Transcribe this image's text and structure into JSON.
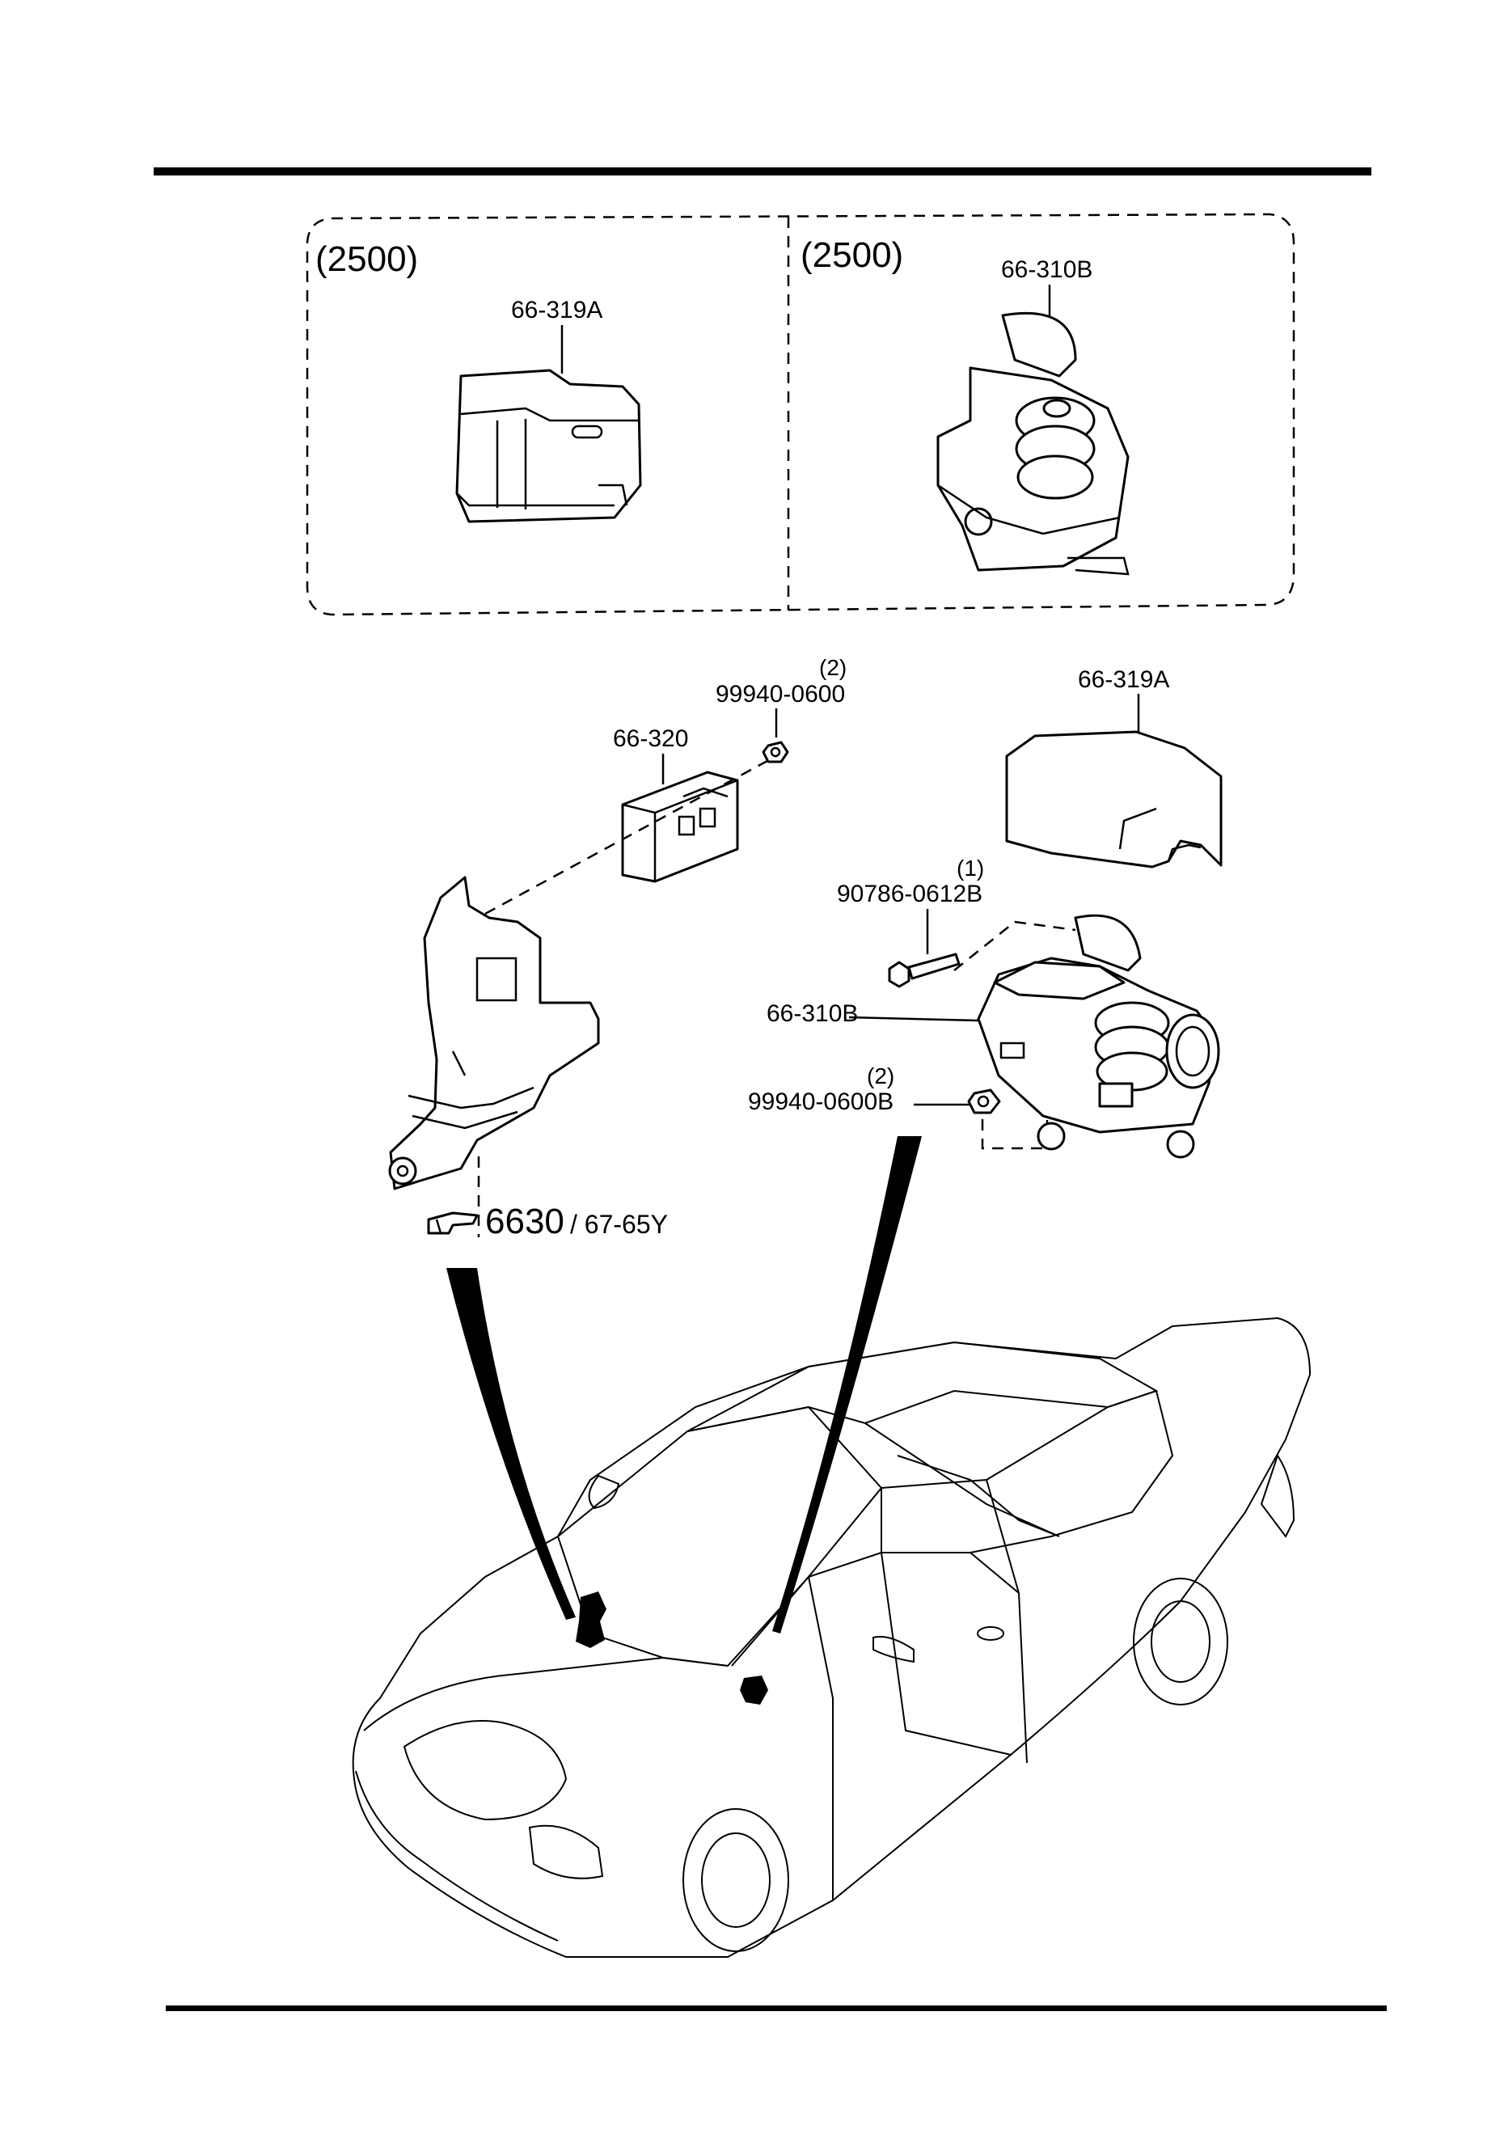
{
  "variant_boxes": [
    {
      "label": "(2500)",
      "part": "66-319A"
    },
    {
      "label": "(2500)",
      "part": "66-310B"
    }
  ],
  "callouts": {
    "cover": {
      "part": "66-319A"
    },
    "control_unit": {
      "part": "66-320"
    },
    "nut_top": {
      "qty": "(2)",
      "part": "99940-0600"
    },
    "bolt": {
      "qty": "(1)",
      "part": "90786-0612B"
    },
    "actuator": {
      "part": "66-310B"
    },
    "nut_bottom": {
      "qty": "(2)",
      "part": "99940-0600B"
    }
  },
  "reference": {
    "icon": "pointing-hand-icon",
    "main": "6630",
    "sub": "/ 67-65Y"
  }
}
